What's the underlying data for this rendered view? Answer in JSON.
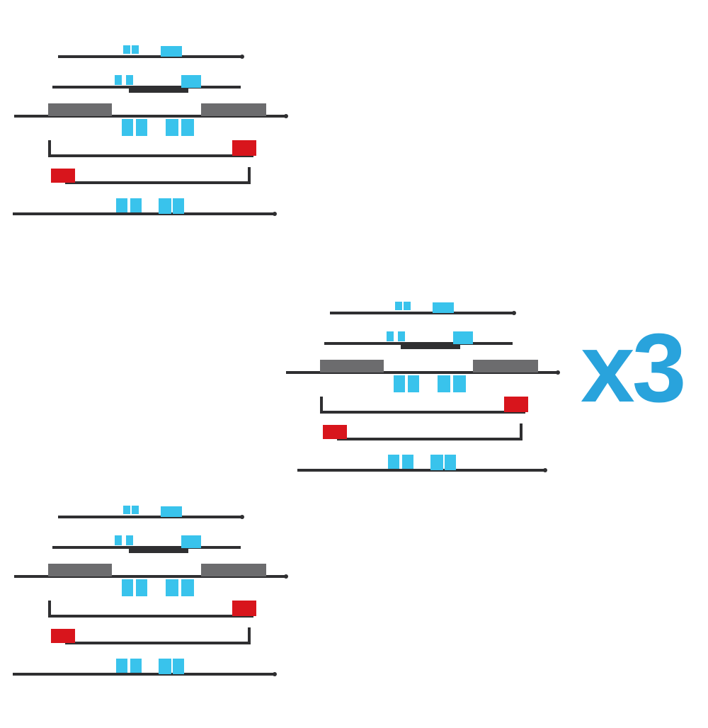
{
  "colors": {
    "strip": "#2f2f31",
    "liner_cyan": "#39c3ec",
    "tab_red": "#d8151c",
    "multiplier": "#29a3dc"
  },
  "kits": [
    {
      "name": "top-left"
    },
    {
      "name": "middle-right"
    },
    {
      "name": "bottom-left"
    }
  ],
  "multiplier": {
    "label": "x3"
  }
}
